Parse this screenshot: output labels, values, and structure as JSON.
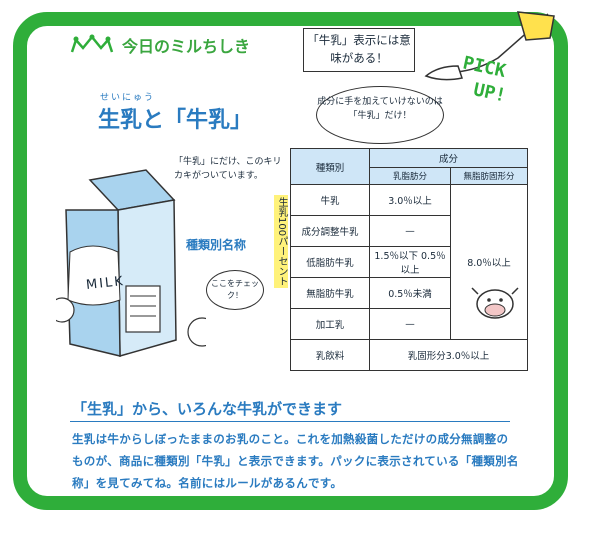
{
  "header": {
    "title": "今日のミルちしき"
  },
  "speech_bubble": {
    "text": "「牛乳」表示には意味がある！"
  },
  "pickup": {
    "line1": "PICK",
    "line2": "UP!"
  },
  "main": {
    "ruby": "せいにゅう",
    "title": "生乳と「牛乳」",
    "bubble_note": "成分に手を加えていけないのは「牛乳」だけ！",
    "label_note": "「牛乳」にだけ、このキリカキがついています。",
    "vertical_text": "生乳100パーセント",
    "kind_label": "種類別名称",
    "check_bubble": "ここをチェック！",
    "carton_text": "MILK"
  },
  "table": {
    "head_kind": "種類別",
    "head_component": "成分",
    "head_fat": "乳脂肪分",
    "head_solids": "無脂肪固形分",
    "rows": [
      {
        "kind": "牛乳",
        "fat": "3.0％以上",
        "solids": ""
      },
      {
        "kind": "成分調整牛乳",
        "fat": "—",
        "solids": ""
      },
      {
        "kind": "低脂肪牛乳",
        "fat": "1.5％以下 0.5％以上",
        "solids": "8.0％以上"
      },
      {
        "kind": "無脂肪牛乳",
        "fat": "0.5％未満",
        "solids": ""
      },
      {
        "kind": "加工乳",
        "fat": "—",
        "solids": ""
      },
      {
        "kind": "乳飲料",
        "fat": "乳固形分3.0％以上",
        "solids": ""
      }
    ]
  },
  "section": {
    "subheading": "「生乳」から、いろんな牛乳ができます",
    "body": "生乳は牛からしぼったままのお乳のこと。これを加熱殺菌しただけの成分無調整のものが、商品に種類別「牛乳」と表示できます。パックに表示されている「種類別名称」を見てみてね。名前にはルールがあるんです。"
  },
  "colors": {
    "frame": "#2fae3a",
    "accent_blue": "#2a7bc0",
    "milk_blue": "#a9d3ee",
    "highlight": "#fff27a"
  }
}
